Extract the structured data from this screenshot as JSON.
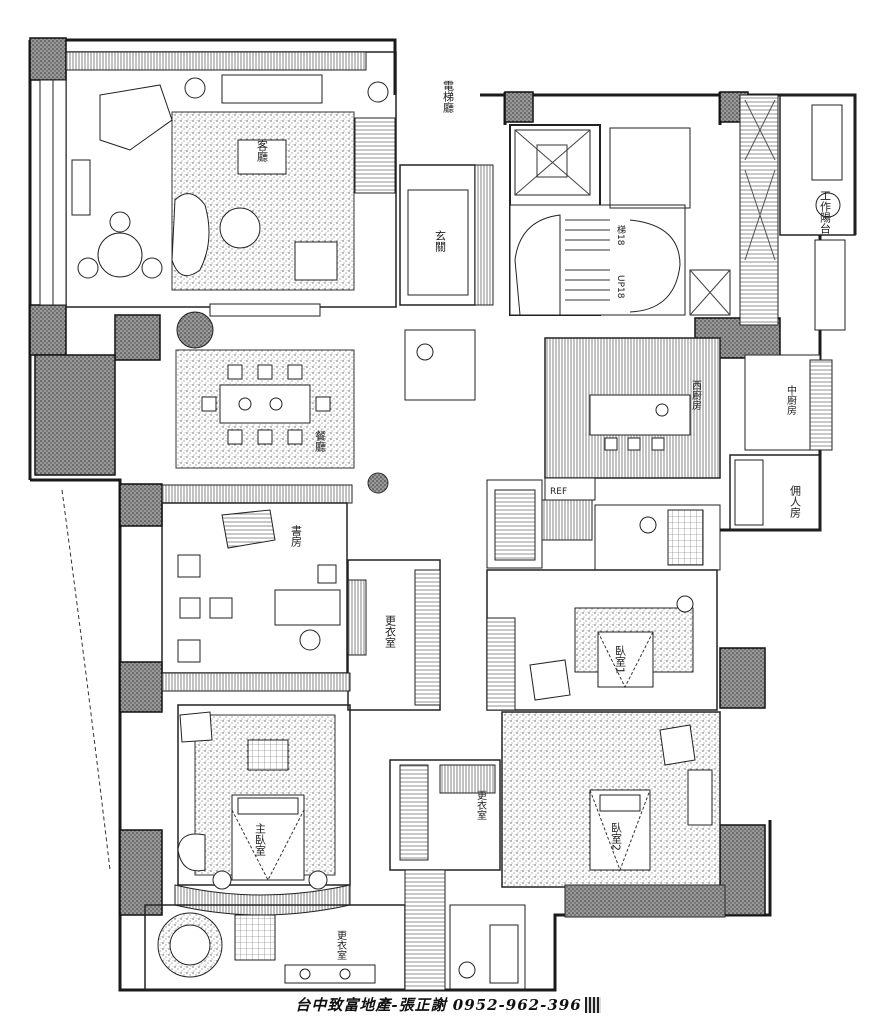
{
  "rooms": {
    "living": "客廳",
    "dining": "餐廳",
    "foyer": "玄關",
    "study": "書房",
    "closet_study": "更衣室",
    "master": "主臥室",
    "bedroom1": "臥室1",
    "bedroom2": "臥室2",
    "kitchen": "西廚房",
    "chinese_kitchen": "中廚房",
    "maid": "佣人房",
    "utility": "工作陽台",
    "elevator": "電梯廳",
    "stair_a": "梯18",
    "stair_b": "UP18",
    "ref": "REF",
    "closet_b1": "更衣室",
    "closet_b2": "更衣室"
  },
  "footer": {
    "text": "台中致富地產-張正謝 0952-962-396"
  },
  "colors": {
    "wall": "#1a1a1a",
    "stipple": "#8c8c8c",
    "hatch": "#555555"
  }
}
